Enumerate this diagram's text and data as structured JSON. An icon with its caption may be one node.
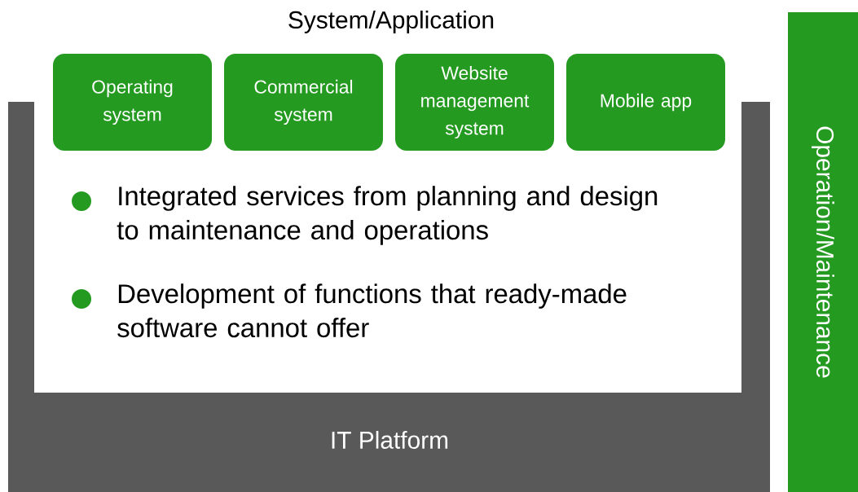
{
  "diagram": {
    "title": "System/Application",
    "nodes": [
      {
        "text": [
          "IT Platform"
        ]
      },
      {
        "text": [
          "Operating system"
        ]
      },
      {
        "text": [
          "Commercial system"
        ]
      },
      {
        "text": [
          "Website management system"
        ]
      },
      {
        "text": [
          "Mobile app"
        ]
      },
      {
        "text": [
          "Operation/Maintenance"
        ]
      }
    ],
    "labels": [
      "Integrated services from planning and design to maintenance and operations",
      "Development of functions that ready-made software cannot offer"
    ]
  }
}
